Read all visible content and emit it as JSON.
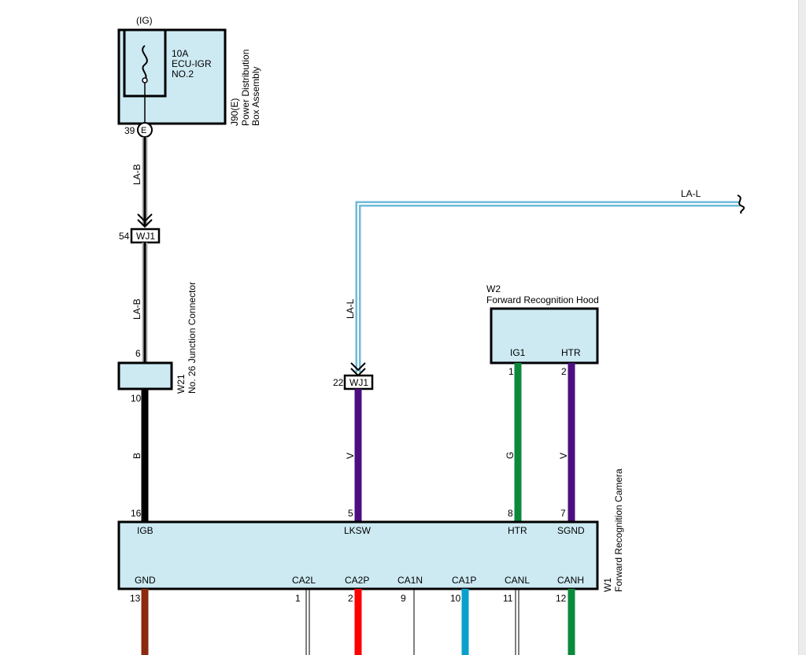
{
  "power": {
    "ig_label": "(IG)",
    "fuse_rating": "10A",
    "fuse_name": "ECU-IGR",
    "fuse_num": "NO.2",
    "assembly_id": "J90(E)",
    "assembly_name1": "Power Distribution",
    "assembly_name2": "Box Assembly",
    "pin": "39",
    "pin_tag": "E"
  },
  "junction_upper": {
    "pin": "54",
    "name": "WJ1"
  },
  "junction_lower": {
    "pin": "22",
    "name": "WJ1"
  },
  "wire_labels": {
    "la_b_upper": "LA-B",
    "la_b_lower": "LA-B",
    "la_l_top": "LA-L",
    "la_l_vertical": "LA-L",
    "b": "B",
    "v_lksw": "V",
    "g_htr": "G",
    "v_sgnd": "V"
  },
  "w21": {
    "id": "W21",
    "name": "No. 26 Junction Connector",
    "pin_in": "6",
    "pin_out": "10"
  },
  "w2": {
    "id": "W2",
    "name": "Forward Recognition Hood",
    "terminals": [
      "IG1",
      "HTR"
    ],
    "pins": [
      "1",
      "2"
    ]
  },
  "w1": {
    "id": "W1",
    "name": "Forward Recognition Camera",
    "top_pins": [
      "16",
      "5",
      "8",
      "7"
    ],
    "top_terminals": [
      "IGB",
      "LKSW",
      "HTR",
      "SGND"
    ],
    "bottom_terminals": [
      "GND",
      "CA2L",
      "CA2P",
      "CA1N",
      "CA1P",
      "CANL",
      "CANH"
    ],
    "bottom_pins": [
      "13",
      "1",
      "2",
      "9",
      "10",
      "11",
      "12"
    ]
  },
  "colors": {
    "connector_fill": "#cdeaf3",
    "wire_black": "#000000",
    "wire_violet": "#4b0f82",
    "wire_green": "#0b8a3c",
    "wire_brown": "#8b2a0e",
    "wire_red": "#ff0000",
    "wire_light_blue": "#0aa0cc",
    "wire_gray": "#b0b0b0",
    "wire_la_l": "#6fbbd8"
  }
}
